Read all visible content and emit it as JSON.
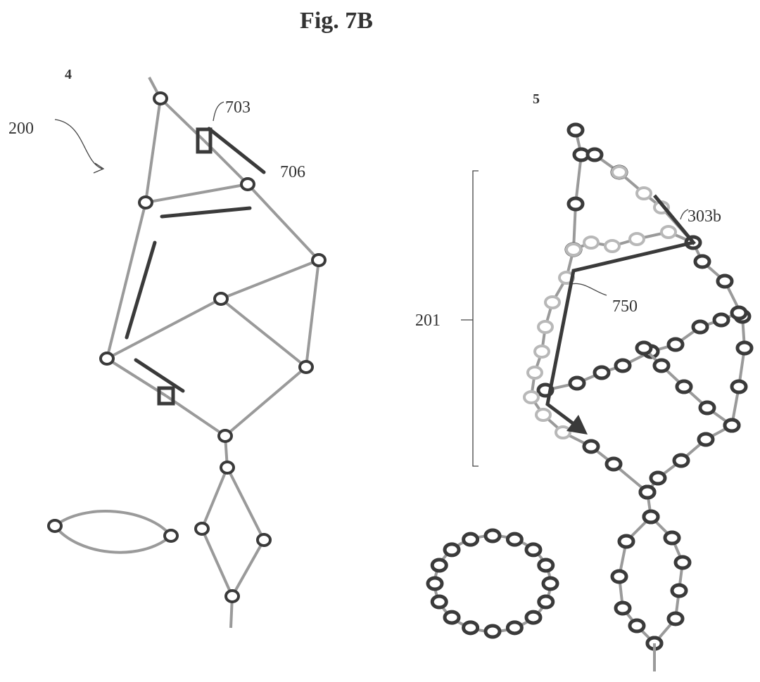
{
  "figure": {
    "title": "Fig. 7B",
    "panel_left": "4",
    "panel_right": "5",
    "labels": {
      "ref_200": "200",
      "ref_703": "703",
      "ref_706": "706",
      "ref_201": "201",
      "ref_303b": "303b",
      "ref_750": "750"
    }
  },
  "colors": {
    "ink": "#3a3a3a",
    "edge": "#9a9a9a",
    "light": "#b8b8b8"
  }
}
